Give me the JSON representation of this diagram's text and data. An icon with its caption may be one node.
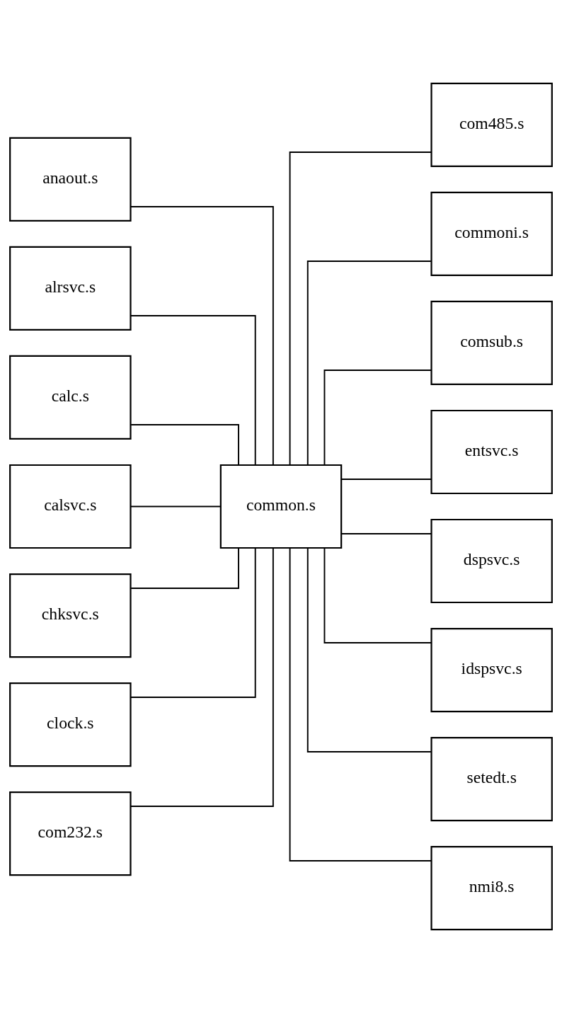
{
  "diagram": {
    "nodes": [
      {
        "text": [
          "anaout.s"
        ]
      },
      {
        "text": [
          "alrsvc.s"
        ]
      },
      {
        "text": [
          "calc.s"
        ]
      },
      {
        "text": [
          "calsvc.s"
        ]
      },
      {
        "text": [
          "chksvc.s"
        ]
      },
      {
        "text": [
          "clock.s"
        ]
      },
      {
        "text": [
          "com232.s"
        ]
      },
      {
        "text": [
          "com485.s"
        ]
      },
      {
        "text": [
          "commoni.s"
        ]
      },
      {
        "text": [
          "comsub.s"
        ]
      },
      {
        "text": [
          "entsvc.s"
        ]
      },
      {
        "text": [
          "dspsvc.s"
        ]
      },
      {
        "text": [
          "idspsvc.s"
        ]
      },
      {
        "text": [
          "setedt.s"
        ]
      },
      {
        "text": [
          "nmi8.s"
        ]
      },
      {
        "text": [
          "common.s"
        ]
      }
    ],
    "edges": [
      {
        "from": 0,
        "to": 15,
        "arrow": "none"
      },
      {
        "from": 1,
        "to": 15,
        "arrow": "none"
      },
      {
        "from": 2,
        "to": 15,
        "arrow": "none"
      },
      {
        "from": 3,
        "to": 15,
        "arrow": "none"
      },
      {
        "from": 4,
        "to": 15,
        "arrow": "none"
      },
      {
        "from": 5,
        "to": 15,
        "arrow": "none"
      },
      {
        "from": 6,
        "to": 15,
        "arrow": "none"
      },
      {
        "from": 15,
        "to": 7,
        "arrow": "none"
      },
      {
        "from": 15,
        "to": 8,
        "arrow": "none"
      },
      {
        "from": 15,
        "to": 9,
        "arrow": "none"
      },
      {
        "from": 15,
        "to": 10,
        "arrow": "none"
      },
      {
        "from": 15,
        "to": 11,
        "arrow": "none"
      },
      {
        "from": 15,
        "to": 12,
        "arrow": "none"
      },
      {
        "from": 15,
        "to": 13,
        "arrow": "none"
      },
      {
        "from": 15,
        "to": 14,
        "arrow": "none"
      }
    ]
  }
}
